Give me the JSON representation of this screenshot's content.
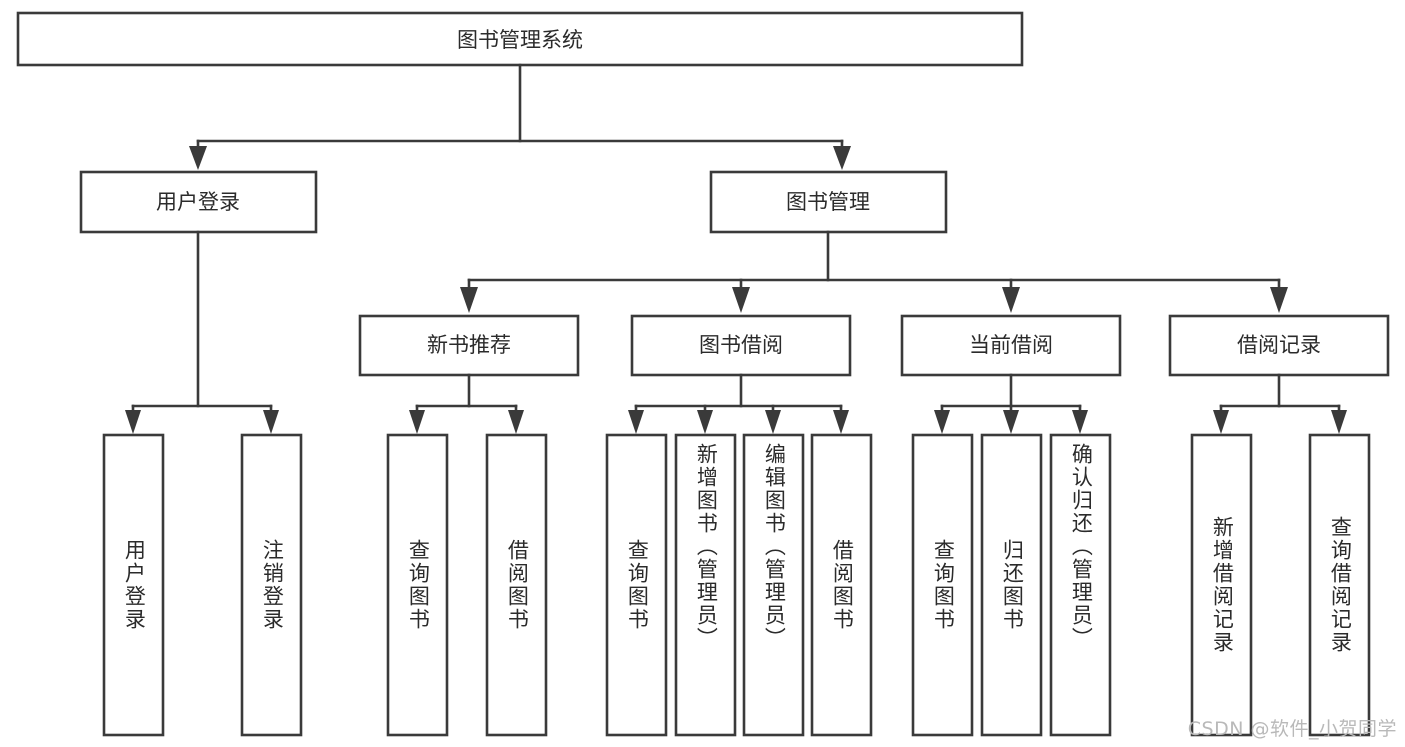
{
  "diagram": {
    "title": "图书管理系统",
    "type": "hierarchy-tree",
    "root": {
      "id": "root",
      "label": "图书管理系统",
      "orientation": "horizontal"
    },
    "level2": [
      {
        "id": "user-login",
        "label": "用户登录",
        "orientation": "horizontal"
      },
      {
        "id": "book-management",
        "label": "图书管理",
        "orientation": "horizontal"
      }
    ],
    "level3": [
      {
        "id": "new-book-recommend",
        "label": "新书推荐",
        "parent": "book-management",
        "orientation": "horizontal"
      },
      {
        "id": "book-borrow",
        "label": "图书借阅",
        "parent": "book-management",
        "orientation": "horizontal"
      },
      {
        "id": "current-borrow",
        "label": "当前借阅",
        "parent": "book-management",
        "orientation": "horizontal"
      },
      {
        "id": "borrow-record",
        "label": "借阅记录",
        "parent": "book-management",
        "orientation": "horizontal"
      }
    ],
    "leaves": [
      {
        "id": "leaf-user-login",
        "label": "用户登录",
        "parent": "user-login",
        "orientation": "vertical"
      },
      {
        "id": "leaf-logout-login",
        "label": "注销登录",
        "parent": "user-login",
        "orientation": "vertical"
      },
      {
        "id": "leaf-query-book-1",
        "label": "查询图书",
        "parent": "new-book-recommend",
        "orientation": "vertical"
      },
      {
        "id": "leaf-borrow-book-1",
        "label": "借阅图书",
        "parent": "new-book-recommend",
        "orientation": "vertical"
      },
      {
        "id": "leaf-query-book-2",
        "label": "查询图书",
        "parent": "book-borrow",
        "orientation": "vertical"
      },
      {
        "id": "leaf-add-book",
        "label": "新增图书（管理员）",
        "parent": "book-borrow",
        "orientation": "vertical"
      },
      {
        "id": "leaf-edit-book",
        "label": "编辑图书（管理员）",
        "parent": "book-borrow",
        "orientation": "vertical"
      },
      {
        "id": "leaf-borrow-book-2",
        "label": "借阅图书",
        "parent": "book-borrow",
        "orientation": "vertical"
      },
      {
        "id": "leaf-query-book-3",
        "label": "查询图书",
        "parent": "current-borrow",
        "orientation": "vertical"
      },
      {
        "id": "leaf-return-book",
        "label": "归还图书",
        "parent": "current-borrow",
        "orientation": "vertical"
      },
      {
        "id": "leaf-confirm-return",
        "label": "确认归还（管理员）",
        "parent": "current-borrow",
        "orientation": "vertical"
      },
      {
        "id": "leaf-add-record",
        "label": "新增借阅记录",
        "parent": "borrow-record",
        "orientation": "vertical"
      },
      {
        "id": "leaf-query-record",
        "label": "查询借阅记录",
        "parent": "borrow-record",
        "orientation": "vertical"
      }
    ],
    "watermark": "CSDN @软件_小贺同学",
    "colors": {
      "stroke": "#3a3a3a",
      "fill": "#ffffff",
      "text": "#2b2b2b",
      "watermark": "#b9b9b9",
      "background": "#ffffff"
    }
  }
}
